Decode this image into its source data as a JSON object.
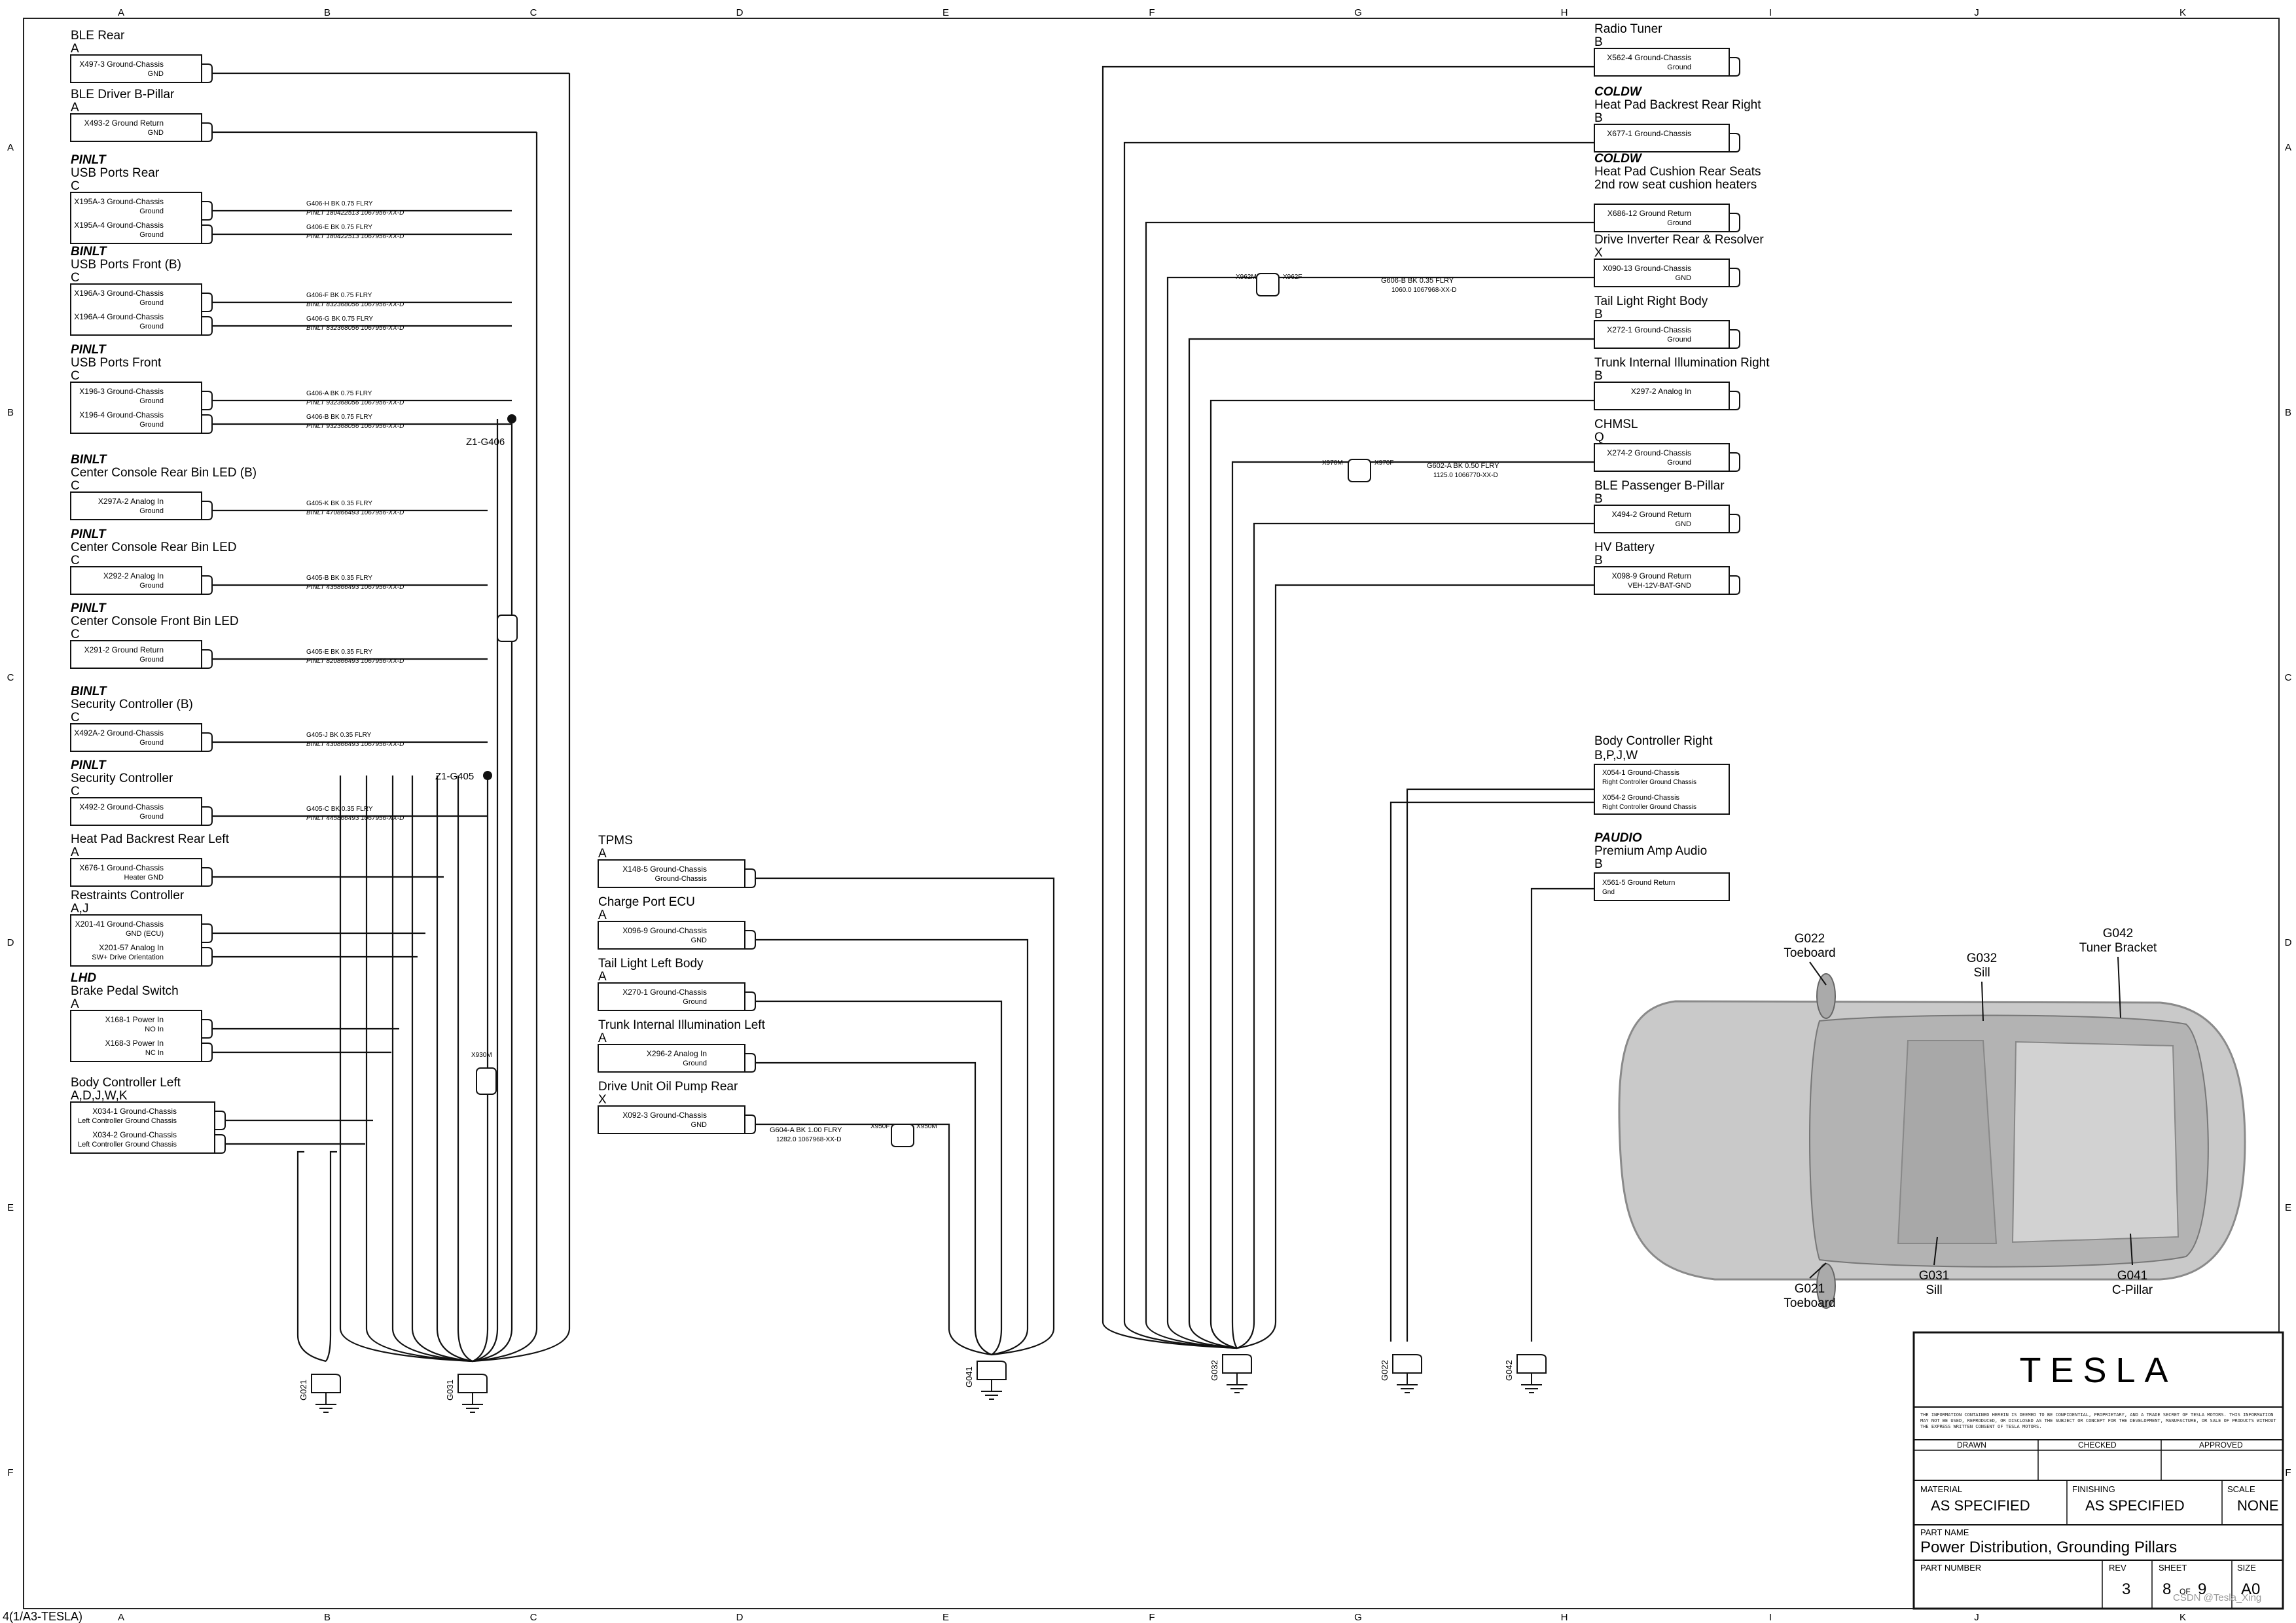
{
  "grid": {
    "columns": [
      "A",
      "B",
      "C",
      "D",
      "E",
      "F",
      "G",
      "H",
      "I",
      "J",
      "K"
    ],
    "rows": [
      "A",
      "B",
      "C",
      "D",
      "E",
      "F"
    ]
  },
  "left_components": [
    {
      "tag": "",
      "name": "BLE Rear",
      "variant": "A",
      "pins": [
        {
          "id": "X497-3",
          "label": "Ground-Chassis",
          "sub": "GND",
          "wire": "",
          "circuit": ""
        }
      ]
    },
    {
      "tag": "",
      "name": "BLE Driver B-Pillar",
      "variant": "A",
      "pins": [
        {
          "id": "X493-2",
          "label": "Ground Return",
          "sub": "GND",
          "wire": "",
          "circuit": ""
        }
      ]
    },
    {
      "tag": "PINLT",
      "name": "USB Ports Rear",
      "variant": "C",
      "pins": [
        {
          "id": "X195A-3",
          "label": "Ground-Chassis",
          "sub": "Ground",
          "wire": "G406-H  BK  0.75  FLRY",
          "circuit": "PINLT  180422513  1067956-XX-D"
        },
        {
          "id": "X195A-4",
          "label": "Ground-Chassis",
          "sub": "Ground",
          "wire": "G406-E  BK  0.75  FLRY",
          "circuit": "PINLT  180422513  1067956-XX-D"
        }
      ]
    },
    {
      "tag": "BINLT",
      "name": "USB Ports Front (B)",
      "variant": "C",
      "pins": [
        {
          "id": "X196A-3",
          "label": "Ground-Chassis",
          "sub": "Ground",
          "wire": "G406-F  BK  0.75  FLRY",
          "circuit": "BINLT  832368056  1067956-XX-D"
        },
        {
          "id": "X196A-4",
          "label": "Ground-Chassis",
          "sub": "Ground",
          "wire": "G406-G  BK  0.75  FLRY",
          "circuit": "BINLT  832368056  1067956-XX-D"
        }
      ]
    },
    {
      "tag": "PINLT",
      "name": "USB Ports Front",
      "variant": "C",
      "pins": [
        {
          "id": "X196-3",
          "label": "Ground-Chassis",
          "sub": "Ground",
          "wire": "G406-A  BK  0.75  FLRY",
          "circuit": "PINLT  932368056  1067956-XX-D"
        },
        {
          "id": "X196-4",
          "label": "Ground-Chassis",
          "sub": "Ground",
          "wire": "G406-B  BK  0.75  FLRY",
          "circuit": "PINLT  932368056  1067956-XX-D"
        }
      ]
    },
    {
      "tag": "BINLT",
      "name": "Center Console Rear Bin LED (B)",
      "variant": "C",
      "pins": [
        {
          "id": "X297A-2",
          "label": "Analog In",
          "sub": "Ground",
          "wire": "G405-K  BK  0.35  FLRY",
          "circuit": "BINLT  470866493  1067956-XX-D"
        }
      ]
    },
    {
      "tag": "PINLT",
      "name": "Center Console Rear Bin LED",
      "variant": "C",
      "pins": [
        {
          "id": "X292-2",
          "label": "Analog In",
          "sub": "Ground",
          "wire": "G405-B  BK  0.35  FLRY",
          "circuit": "PINLT  435866493  1067956-XX-D"
        }
      ]
    },
    {
      "tag": "PINLT",
      "name": "Center Console Front Bin LED",
      "variant": "C",
      "pins": [
        {
          "id": "X291-2",
          "label": "Ground Return",
          "sub": "Ground",
          "wire": "G405-E  BK  0.35  FLRY",
          "circuit": "PINLT  820866493  1067956-XX-D"
        }
      ]
    },
    {
      "tag": "BINLT",
      "name": "Security Controller (B)",
      "variant": "C",
      "pins": [
        {
          "id": "X492A-2",
          "label": "Ground-Chassis",
          "sub": "Ground",
          "wire": "G405-J  BK  0.35  FLRY",
          "circuit": "BINLT  430866493  1067956-XX-D"
        }
      ]
    },
    {
      "tag": "PINLT",
      "name": "Security Controller",
      "variant": "C",
      "pins": [
        {
          "id": "X492-2",
          "label": "Ground-Chassis",
          "sub": "Ground",
          "wire": "G405-C  BK  0.35  FLRY",
          "circuit": "PINLT  445866493  1067956-XX-D"
        }
      ]
    },
    {
      "tag": "",
      "name": "Heat Pad Backrest Rear Left",
      "variant": "A",
      "pins": [
        {
          "id": "X676-1",
          "label": "Ground-Chassis",
          "sub": "Heater GND",
          "wire": "",
          "circuit": ""
        }
      ]
    },
    {
      "tag": "",
      "name": "Restraints Controller",
      "variant": "A,J",
      "pins": [
        {
          "id": "X201-41",
          "label": "Ground-Chassis",
          "sub": "GND (ECU)",
          "wire": "",
          "circuit": ""
        },
        {
          "id": "X201-57",
          "label": "Analog In",
          "sub": "SW+ Drive Orientation",
          "wire": "",
          "circuit": ""
        }
      ]
    },
    {
      "tag": "LHD",
      "name": "Brake Pedal Switch",
      "variant": "A",
      "pins": [
        {
          "id": "X168-1",
          "label": "Power In",
          "sub": "NO In",
          "wire": "",
          "circuit": ""
        },
        {
          "id": "X168-3",
          "label": "Power In",
          "sub": "NC In",
          "wire": "",
          "circuit": ""
        }
      ]
    },
    {
      "tag": "",
      "name": "Body Controller Left",
      "variant": "A,D,J,W,K",
      "pins": [
        {
          "id": "X034-1",
          "label": "Ground-Chassis",
          "sub": "Left Controller Ground Chassis",
          "wire": "",
          "circuit": ""
        },
        {
          "id": "X034-2",
          "label": "Ground-Chassis",
          "sub": "Left Controller Ground Chassis",
          "wire": "",
          "circuit": ""
        }
      ]
    }
  ],
  "middle_components": [
    {
      "tag": "",
      "name": "TPMS",
      "variant": "A",
      "pins": [
        {
          "id": "X148-5",
          "label": "Ground-Chassis",
          "sub": "Ground-Chassis"
        }
      ]
    },
    {
      "tag": "",
      "name": "Charge Port ECU",
      "variant": "A",
      "pins": [
        {
          "id": "X096-9",
          "label": "Ground-Chassis",
          "sub": "GND"
        }
      ]
    },
    {
      "tag": "",
      "name": "Tail Light Left Body",
      "variant": "A",
      "pins": [
        {
          "id": "X270-1",
          "label": "Ground-Chassis",
          "sub": "Ground"
        }
      ]
    },
    {
      "tag": "",
      "name": "Trunk Internal Illumination Left",
      "variant": "A",
      "pins": [
        {
          "id": "X296-2",
          "label": "Analog In",
          "sub": "Ground"
        }
      ]
    },
    {
      "tag": "",
      "name": "Drive Unit Oil Pump Rear",
      "variant": "X",
      "pins": [
        {
          "id": "X092-3",
          "label": "Ground-Chassis",
          "sub": "GND"
        }
      ]
    }
  ],
  "right_components": [
    {
      "tag": "",
      "name": "Radio Tuner",
      "name2": "",
      "variant": "B",
      "pins": [
        {
          "id": "X562-4",
          "label": "Ground-Chassis",
          "sub": "Ground"
        }
      ]
    },
    {
      "tag": "COLDW",
      "name": "Heat Pad Backrest Rear Right",
      "name2": "",
      "variant": "B",
      "pins": [
        {
          "id": "X677-1",
          "label": "Ground-Chassis",
          "sub": ""
        }
      ]
    },
    {
      "tag": "COLDW",
      "name": "Heat Pad Cushion Rear Seats",
      "name2": "2nd row seat cushion heaters",
      "variant": "",
      "pins": [
        {
          "id": "X686-12",
          "label": "Ground Return",
          "sub": "Ground"
        }
      ]
    },
    {
      "tag": "",
      "name": "Drive Inverter Rear & Resolver",
      "name2": "",
      "variant": "X",
      "pins": [
        {
          "id": "X090-13",
          "label": "Ground-Chassis",
          "sub": "GND"
        }
      ]
    },
    {
      "tag": "",
      "name": "Tail Light Right Body",
      "name2": "",
      "variant": "B",
      "pins": [
        {
          "id": "X272-1",
          "label": "Ground-Chassis",
          "sub": "Ground"
        }
      ]
    },
    {
      "tag": "",
      "name": "Trunk Internal Illumination Right",
      "name2": "",
      "variant": "B",
      "pins": [
        {
          "id": "X297-2",
          "label": "Analog In",
          "sub": ""
        }
      ]
    },
    {
      "tag": "",
      "name": "CHMSL",
      "name2": "",
      "variant": "Q",
      "pins": [
        {
          "id": "X274-2",
          "label": "Ground-Chassis",
          "sub": "Ground"
        }
      ]
    },
    {
      "tag": "",
      "name": "BLE Passenger B-Pillar",
      "name2": "",
      "variant": "B",
      "pins": [
        {
          "id": "X494-2",
          "label": "Ground Return",
          "sub": "GND"
        }
      ]
    },
    {
      "tag": "",
      "name": "HV Battery",
      "name2": "",
      "variant": "B",
      "pins": [
        {
          "id": "X098-9",
          "label": "Ground Return",
          "sub": "VEH-12V-BAT-GND"
        }
      ]
    }
  ],
  "body_controller_right": {
    "name": "Body Controller Right",
    "variant": "B,P,J,W",
    "pins": [
      {
        "id": "X054-1",
        "label": "Ground-Chassis",
        "sub": "Right Controller Ground Chassis"
      },
      {
        "id": "X054-2",
        "label": "Ground-Chassis",
        "sub": "Right Controller Ground Chassis"
      }
    ]
  },
  "premium_amp": {
    "tag": "PAUDIO",
    "name": "Premium Amp Audio",
    "variant": "B",
    "pins": [
      {
        "id": "X561-5",
        "label": "Ground Return",
        "sub": "Gnd"
      }
    ]
  },
  "splices": {
    "g406": "Z1-G406",
    "g405": "Z1-G405"
  },
  "inline_connectors": {
    "x962": "X962M",
    "x962f": "X962F",
    "x970": "X970M",
    "x970f": "X970F",
    "x950": "X950F",
    "x950m": "X950M",
    "x930": "X930M"
  },
  "right_wires": {
    "drive_inverter": "G606-B  BK  0.35  FLRY",
    "drive_inverter_circuit": "1060.0  1067968-XX-D",
    "chmsl": "G602-A  BK  0.50  FLRY",
    "chmsl_circuit": "1125.0  1066770-XX-D"
  },
  "middle_wires": {
    "oil_pump": "G604-A  BK  1.00  FLRY",
    "oil_pump_circuit": "1282.0  1067968-XX-D"
  },
  "ground_points": [
    "G021",
    "G031",
    "G041",
    "G032",
    "G022",
    "G042"
  ],
  "car_labels": [
    {
      "id": "G022",
      "desc": "Toeboard"
    },
    {
      "id": "G032",
      "desc": "Sill"
    },
    {
      "id": "G042",
      "desc": "Tuner Bracket"
    },
    {
      "id": "G021",
      "desc": "Toeboard"
    },
    {
      "id": "G031",
      "desc": "Sill"
    },
    {
      "id": "G041",
      "desc": "C-Pillar"
    }
  ],
  "title_block": {
    "logo": "TESLA",
    "notice": "THE INFORMATION CONTAINED HEREIN IS DEEMED TO BE CONFIDENTIAL, PROPRIETARY, AND A TRADE SECRET OF TESLA MOTORS. THIS INFORMATION MAY NOT BE USED, REPRODUCED, OR DISCLOSED AS THE SUBJECT OR CONCEPT FOR THE DEVELOPMENT, MANUFACTURE, OR SALE OF PRODUCTS WITHOUT THE EXPRESS WRITTEN CONSENT OF TESLA MOTORS.",
    "drawn_label": "DRAWN",
    "checked_label": "CHECKED",
    "approved_label": "APPROVED",
    "material_label": "MATERIAL",
    "material": "AS SPECIFIED",
    "finishing_label": "FINISHING",
    "finishing": "AS SPECIFIED",
    "scale_label": "SCALE",
    "scale": "NONE",
    "part_name_label": "PART NAME",
    "part_name": "Power Distribution, Grounding Pillars",
    "part_number_label": "PART NUMBER",
    "rev_label": "REV",
    "rev": "3",
    "sheet_label": "SHEET",
    "sheet": "8",
    "sheet_of": "OF",
    "sheet_total": "9",
    "size_label": "SIZE",
    "size": "A0"
  },
  "footer_left": "4(1/A3-TESLA)",
  "watermark": "CSDN @Tesla_Xing"
}
